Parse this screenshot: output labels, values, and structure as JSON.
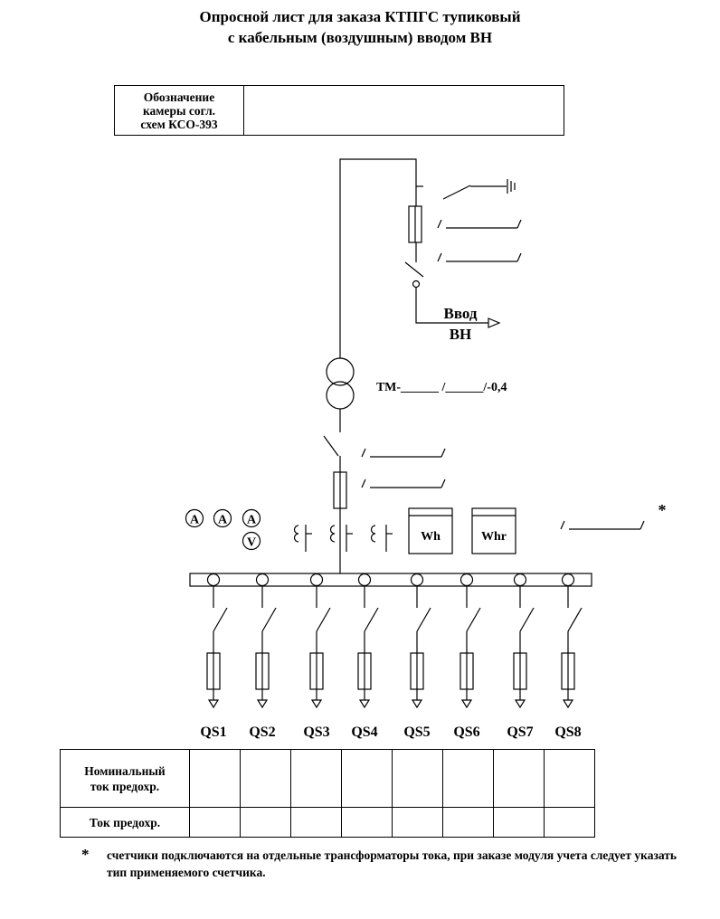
{
  "title": {
    "line1": "Опросной лист для заказа КТПГС тупиковый",
    "line2": "с кабельным (воздушным) вводом ВН"
  },
  "chamber_box": {
    "label_line1": "Обозначение",
    "label_line2": "камеры согл.",
    "label_line3": "схем КСО-393",
    "value": ""
  },
  "scheme": {
    "input_label_line1": "Ввод",
    "input_label_line2": "ВН",
    "transformer_label": "ТМ-______ /______/-0,4",
    "ammeter_symbol": "A",
    "voltmeter_symbol": "V",
    "meter_wh": "Wh",
    "meter_whr": "Whr",
    "asterisk": "*"
  },
  "feeders": [
    "QS1",
    "QS2",
    "QS3",
    "QS4",
    "QS5",
    "QS6",
    "QS7",
    "QS8"
  ],
  "table": {
    "row1_label_line1": "Номинальный",
    "row1_label_line2": "ток предохр.",
    "row2_label": "Ток предохр."
  },
  "footnote": {
    "star": "*",
    "text": "счетчики подключаются на отдельные трансформаторы тока, при заказе модуля учета следует указать тип применяемого счетчика."
  }
}
